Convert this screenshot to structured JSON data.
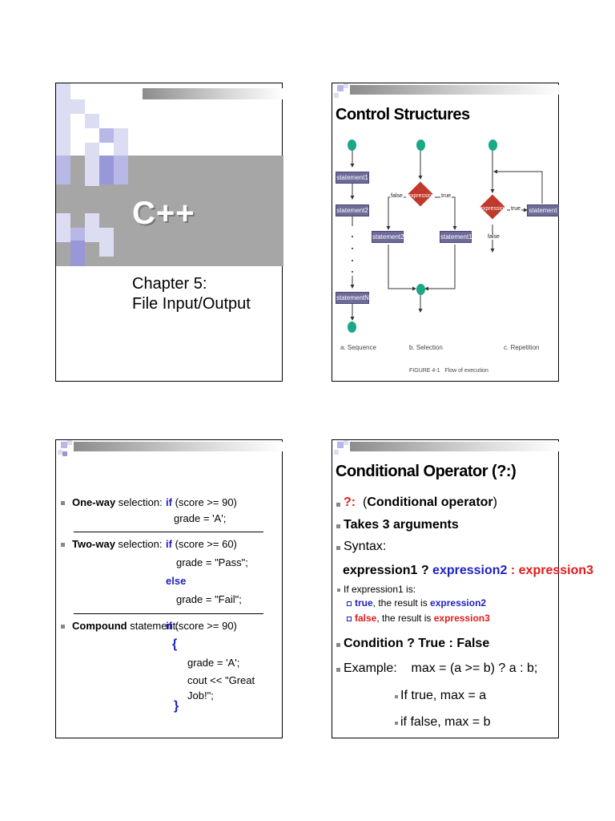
{
  "slide1": {
    "title": "C++",
    "subtitle_line1": "Chapter 5:",
    "subtitle_line2": "File Input/Output"
  },
  "slide2": {
    "title": "Control Structures",
    "sequence": {
      "nodes": [
        "statement1",
        "statement2",
        "statementN"
      ],
      "caption": "a. Sequence"
    },
    "selection": {
      "decision": "expression",
      "false_label": "false",
      "true_label": "true",
      "false_node": "statement2",
      "true_node": "statement1",
      "caption": "b. Selection"
    },
    "repetition": {
      "decision": "expression",
      "true_label": "true",
      "node": "statement",
      "false_label": "false",
      "caption": "c. Repetition"
    },
    "figure_caption": "FIGURE 4-1",
    "figure_title": "Flow of execution"
  },
  "slide3": {
    "items": [
      {
        "label_bold": "One-way",
        "label_rest": " selection:",
        "code": [
          {
            "kw": "if",
            "text": " (score >= 90)"
          },
          {
            "kw": "",
            "text": "grade = 'A';"
          }
        ]
      },
      {
        "label_bold": "Two-way",
        "label_rest": " selection:",
        "code": [
          {
            "kw": "if",
            "text": " (score >= 60)"
          },
          {
            "kw": "",
            "text": "grade = \"Pass\";"
          },
          {
            "kw": "else",
            "text": ""
          },
          {
            "kw": "",
            "text": "grade = \"Fail\";"
          }
        ]
      },
      {
        "label_bold": "Compound",
        "label_rest": " statement:",
        "code": [
          {
            "kw": "if",
            "text": " (score >= 90)"
          },
          {
            "kw": "{",
            "text": ""
          },
          {
            "kw": "",
            "text": "grade = 'A';"
          },
          {
            "kw": "",
            "text": "cout << \"Great Job!\";"
          },
          {
            "kw": "}",
            "text": ""
          }
        ]
      }
    ]
  },
  "slide4": {
    "title": "Conditional Operator (?:)",
    "op_symbol": "?:",
    "op_open": "(",
    "op_name": "Conditional operator",
    "op_close": ")",
    "takes": "Takes 3 arguments",
    "syntax_label": "Syntax:",
    "syntax_e1": "expression1 ? ",
    "syntax_e2": "expression2",
    "syntax_colon": " : ",
    "syntax_e3": "expression3",
    "if_label": "If expression1 is:",
    "true_word": "true",
    "true_rest": ", the result is ",
    "true_result": "expression2",
    "false_word": "false",
    "false_rest": ", the result is ",
    "false_result": "expression3",
    "cond_line": "Condition ? True : False",
    "example_label": "Example:",
    "example_code": "max = (a >= b) ? a : b;",
    "if_true": "If true, max = a",
    "if_false": "if false, max = b"
  },
  "colors": {
    "keyword_blue": "#1f1fc0",
    "accent_red": "#e01b1b",
    "flow_node": "#6e6a9a",
    "flow_circle": "#1aa886",
    "flow_diamond": "#c0392b"
  }
}
